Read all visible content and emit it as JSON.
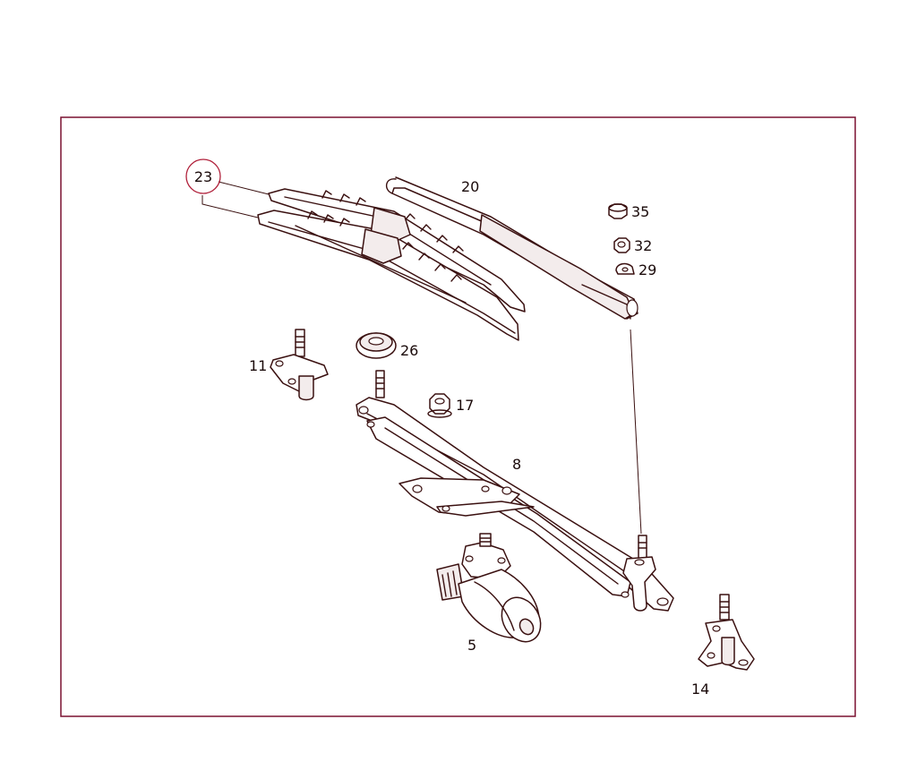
{
  "colors": {
    "frame": "#7a1030",
    "highlight_circle": "#b0203a",
    "linework": "#3a1010",
    "background": "#ffffff"
  },
  "parts": {
    "p23": "23",
    "p20": "20",
    "p35": "35",
    "p32": "32",
    "p29": "29",
    "p26": "26",
    "p11": "11",
    "p17": "17",
    "p8": "8",
    "p5": "5",
    "p14": "14"
  },
  "highlighted_part": "23"
}
